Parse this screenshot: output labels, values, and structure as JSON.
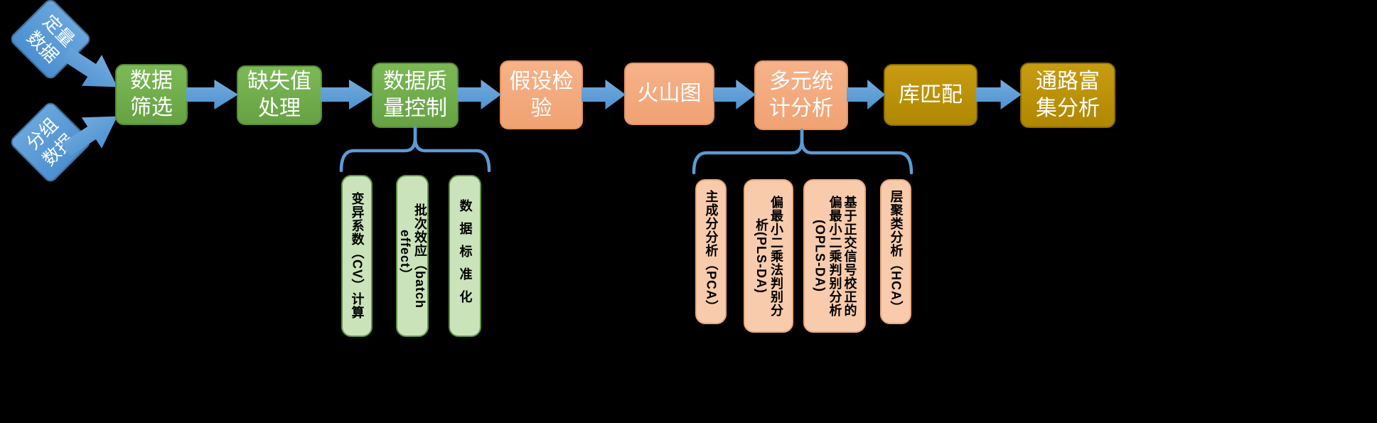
{
  "diagram": {
    "inputs": [
      {
        "label": "定量\n数据"
      },
      {
        "label": "分组\n数据"
      }
    ],
    "flow": [
      {
        "label": "数据\n筛选"
      },
      {
        "label": "缺失值\n处理"
      },
      {
        "label": "数据质\n量控制"
      },
      {
        "label": "假设检\n验"
      },
      {
        "label": "火山图"
      },
      {
        "label": "多元统\n计分析"
      },
      {
        "label": "库匹配"
      },
      {
        "label": "通路富\n集分析"
      }
    ],
    "quality_control_methods": [
      "变异系数（CV）计算",
      "批次效应（batch effect）",
      "数据标准化"
    ],
    "multivariate_methods": [
      "主成分分析（PCA）",
      "偏最小二乘法判别分\n析(PLS-DA)",
      "基于正交信号校正的\n偏最小二乘判别分析\n(OPLS-DA)",
      "层聚类分析（HCA）"
    ]
  },
  "colors": {
    "background": "#000000",
    "process_green": "#70ad47",
    "process_orange": "#f4a97c",
    "process_olive": "#bf9000",
    "connector_blue": "#5b9bd5",
    "sub_green_fill": "#cbe3ba",
    "sub_green_border": "#5d9444",
    "sub_orange_fill": "#f8cbad",
    "text_on_process": "#ffffff",
    "text_on_sub": "#000000"
  }
}
